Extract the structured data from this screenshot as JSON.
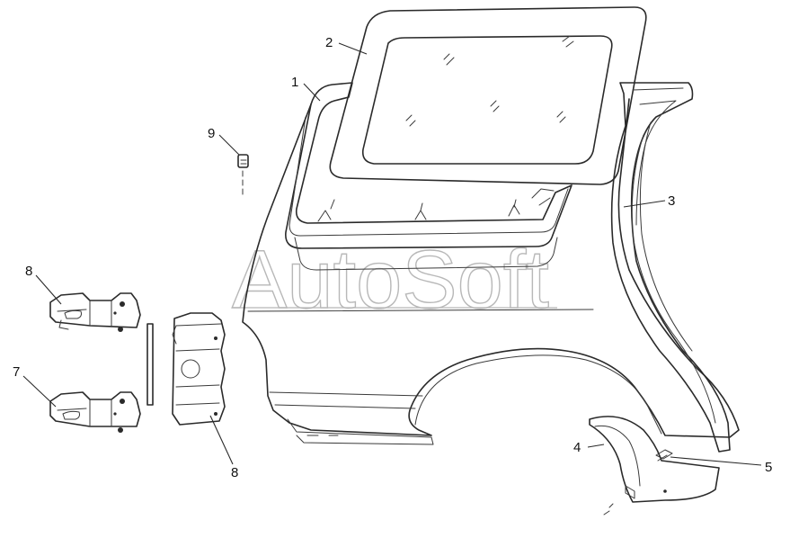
{
  "watermark": "AutoSoft",
  "callouts": [
    "1",
    "2",
    "3",
    "4",
    "5",
    "7",
    "8",
    "8",
    "9"
  ],
  "colors": {
    "line": "#2a2a2a",
    "watermark": "#b8b8b8",
    "background": "#ffffff"
  }
}
